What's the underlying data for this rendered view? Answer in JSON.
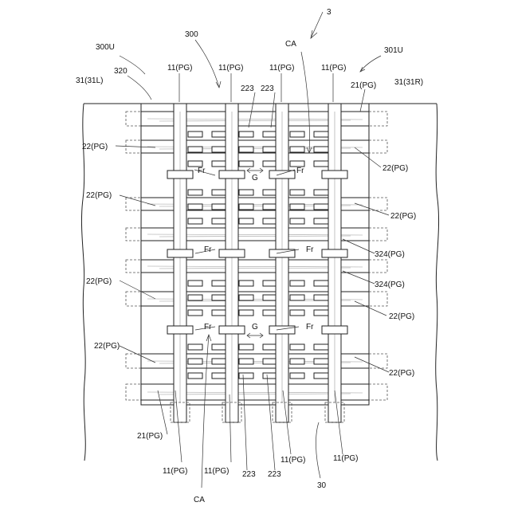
{
  "figure": {
    "labels": {
      "fig_no": "3",
      "ref_300U": "300U",
      "ref_300": "300",
      "ref_CA_top": "CA",
      "ref_301U": "301U",
      "ref_31L": "31(31L)",
      "ref_320": "320",
      "ref_31R": "31(31R)",
      "ref_21_top": "21(PG)",
      "ref_21_bottom": "21(PG)",
      "ref_11_t1": "11(PG)",
      "ref_11_t2": "11(PG)",
      "ref_11_t3": "11(PG)",
      "ref_11_t4": "11(PG)",
      "ref_11_b1": "11(PG)",
      "ref_11_b2": "11(PG)",
      "ref_11_b3": "11(PG)",
      "ref_11_b4": "11(PG)",
      "ref_223_t1": "223",
      "ref_223_t2": "223",
      "ref_223_b1": "223",
      "ref_223_b2": "223",
      "ref_22_l1": "22(PG)",
      "ref_22_l2": "22(PG)",
      "ref_22_l3": "22(PG)",
      "ref_22_l4": "22(PG)",
      "ref_22_r1": "22(PG)",
      "ref_22_r2": "22(PG)",
      "ref_22_r3": "22(PG)",
      "ref_22_r4": "22(PG)",
      "ref_324_1": "324(PG)",
      "ref_324_2": "324(PG)",
      "ref_Fr_1": "Fr",
      "ref_Fr_2": "Fr",
      "ref_Fr_3": "Fr",
      "ref_Fr_4": "Fr",
      "ref_Fr_5": "Fr",
      "ref_Fr_6": "Fr",
      "ref_G_1": "G",
      "ref_G_2": "G",
      "ref_CA_bottom": "CA",
      "ref_30": "30"
    }
  }
}
